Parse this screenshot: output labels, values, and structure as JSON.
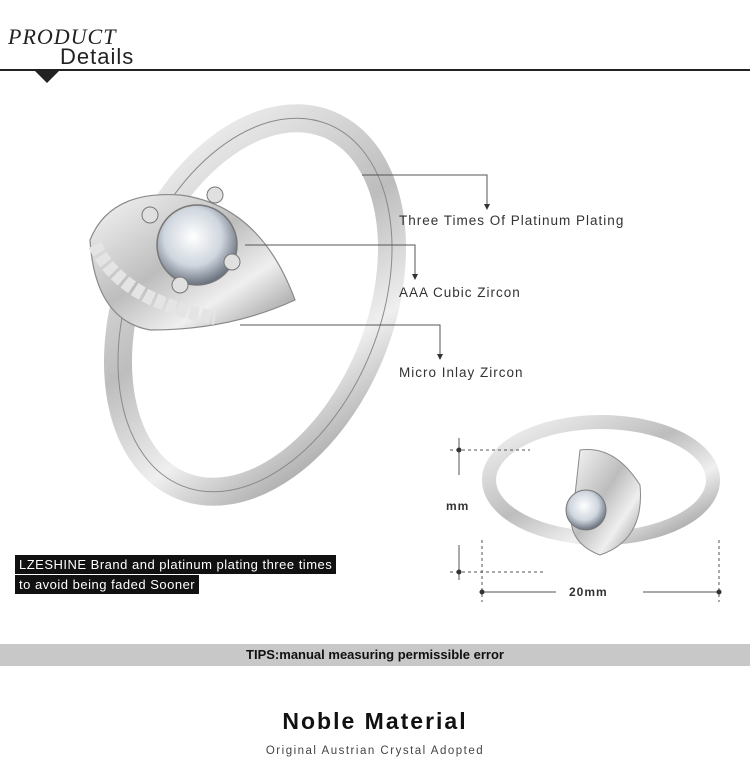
{
  "header": {
    "product": "PRODUCT",
    "details": "Details"
  },
  "callouts": [
    "Three Times Of Platinum Plating",
    "AAA Cubic Zircon",
    "Micro Inlay Zircon"
  ],
  "banner": {
    "line1": "LZESHINE Brand and platinum plating three times",
    "line2": "to avoid being faded Sooner"
  },
  "measurements": {
    "height_label": "mm",
    "width_label": "20mm"
  },
  "tips": "TIPS:manual measuring permissible error",
  "footer": {
    "title": "Noble Material",
    "subtitle": "Original Austrian Crystal Adopted"
  },
  "colors": {
    "silver": "#d9d9d9",
    "dark": "#111111",
    "tips_bar": "#c8c8c8"
  }
}
